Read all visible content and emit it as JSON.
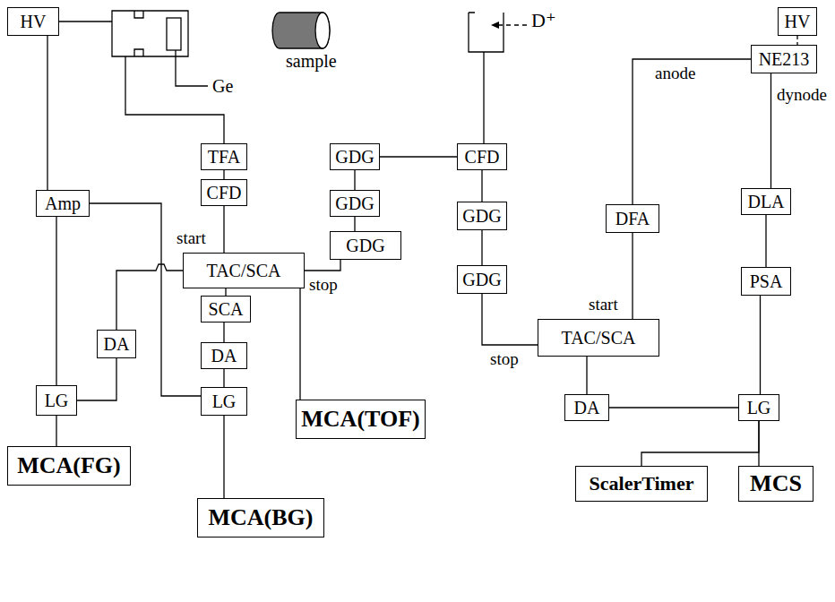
{
  "diagram": {
    "nodes": [
      {
        "text": [
          "HV"
        ]
      },
      {
        "text": [
          "HV"
        ]
      },
      {
        "text": [
          "NE213"
        ]
      },
      {
        "text": [
          "TFA"
        ]
      },
      {
        "text": [
          "CFD"
        ]
      },
      {
        "text": [
          "GDG"
        ]
      },
      {
        "text": [
          "CFD"
        ]
      },
      {
        "text": [
          "Amp"
        ]
      },
      {
        "text": [
          "GDG"
        ]
      },
      {
        "text": [
          "DLA"
        ]
      },
      {
        "text": [
          "GDG"
        ]
      },
      {
        "text": [
          "TAC/SCA"
        ]
      },
      {
        "text": [
          "GDG"
        ]
      },
      {
        "text": [
          "DFA"
        ]
      },
      {
        "text": [
          "GDG"
        ]
      },
      {
        "text": [
          "PSA"
        ]
      },
      {
        "text": [
          "SCA"
        ]
      },
      {
        "text": [
          "DA"
        ]
      },
      {
        "text": [
          "TAC/SCA"
        ]
      },
      {
        "text": [
          "DA"
        ]
      },
      {
        "text": [
          "LG"
        ]
      },
      {
        "text": [
          "LG"
        ]
      },
      {
        "text": [
          "MCA(TOF)"
        ]
      },
      {
        "text": [
          "DA"
        ]
      },
      {
        "text": [
          "LG"
        ]
      },
      {
        "text": [
          "MCA(FG)"
        ]
      },
      {
        "text": [
          "MCA(BG)"
        ]
      },
      {
        "text": [
          "ScalerTimer"
        ]
      },
      {
        "text": [
          "MCS"
        ]
      }
    ],
    "edges": [
      {
        "from": 0,
        "to": 7,
        "arrow": "none"
      },
      {
        "from": 3,
        "to": 4,
        "arrow": "none"
      },
      {
        "from": 4,
        "to": 11,
        "arrow": "none",
        "label": "start"
      },
      {
        "from": 7,
        "to": 21,
        "arrow": "none"
      },
      {
        "from": 7,
        "to": 20,
        "arrow": "none"
      },
      {
        "from": 6,
        "to": 5,
        "arrow": "none"
      },
      {
        "from": 5,
        "to": 8,
        "arrow": "none"
      },
      {
        "from": 8,
        "to": 12,
        "arrow": "none"
      },
      {
        "from": 12,
        "to": 11,
        "arrow": "none",
        "label": "stop"
      },
      {
        "from": 6,
        "to": 10,
        "arrow": "none"
      },
      {
        "from": 10,
        "to": 14,
        "arrow": "none"
      },
      {
        "from": 14,
        "to": 18,
        "arrow": "none",
        "label": "stop"
      },
      {
        "from": 11,
        "to": 16,
        "arrow": "none"
      },
      {
        "from": 16,
        "to": 19,
        "arrow": "none"
      },
      {
        "from": 19,
        "to": 21,
        "arrow": "none"
      },
      {
        "from": 21,
        "to": 26,
        "arrow": "none"
      },
      {
        "from": 11,
        "to": 22,
        "arrow": "none"
      },
      {
        "from": 11,
        "to": 17,
        "arrow": "none"
      },
      {
        "from": 17,
        "to": 20,
        "arrow": "none"
      },
      {
        "from": 20,
        "to": 25,
        "arrow": "none"
      },
      {
        "from": 2,
        "to": 13,
        "arrow": "none",
        "label": "anode"
      },
      {
        "from": 2,
        "to": 9,
        "arrow": "none",
        "label": "dynode"
      },
      {
        "from": 13,
        "to": 18,
        "arrow": "none",
        "label": "start"
      },
      {
        "from": 9,
        "to": 15,
        "arrow": "none"
      },
      {
        "from": 15,
        "to": 24,
        "arrow": "none"
      },
      {
        "from": 18,
        "to": 23,
        "arrow": "none"
      },
      {
        "from": 23,
        "to": 24,
        "arrow": "none"
      },
      {
        "from": 24,
        "to": 27,
        "arrow": "none"
      },
      {
        "from": 24,
        "to": 28,
        "arrow": "none"
      },
      {
        "from": 1,
        "to": 2,
        "arrow": "none"
      }
    ],
    "labels": [
      "Ge",
      "sample",
      "D⁺"
    ]
  }
}
